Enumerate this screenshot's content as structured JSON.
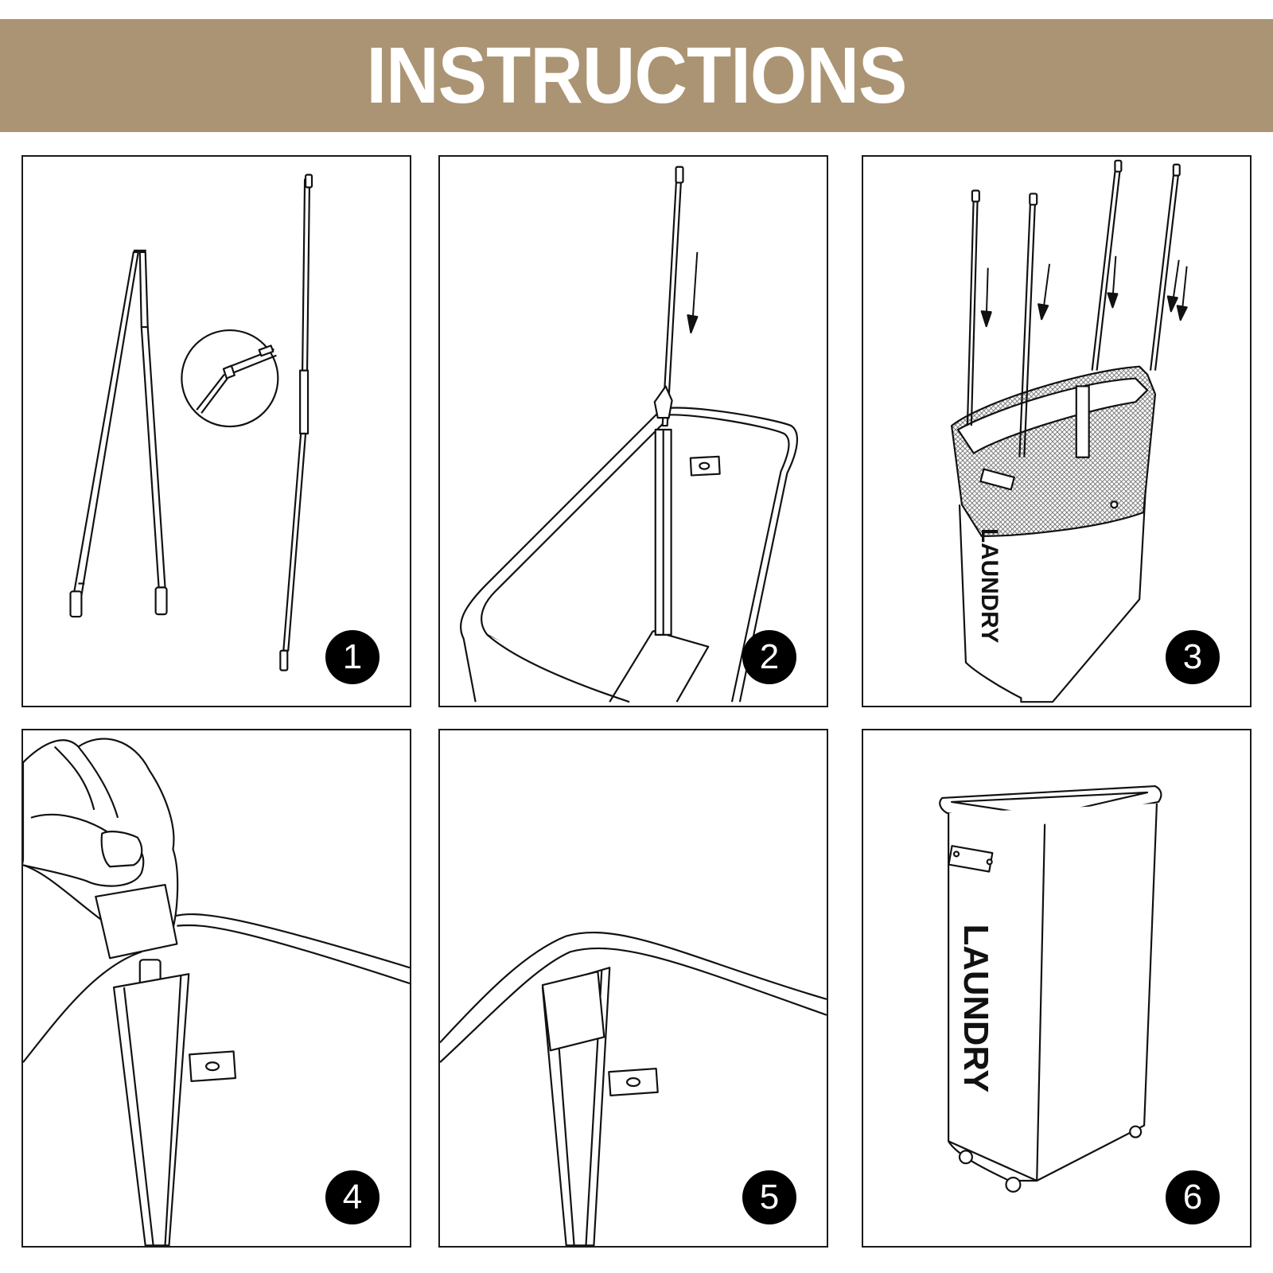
{
  "header": {
    "title": "INSTRUCTIONS",
    "background_color": "#ab9473",
    "text_color": "#ffffff"
  },
  "steps": [
    {
      "number": "1",
      "illustration": "folded-pole-and-extended-pole"
    },
    {
      "number": "2",
      "illustration": "insert-pole-into-sleeve"
    },
    {
      "number": "3",
      "illustration": "insert-four-poles"
    },
    {
      "number": "4",
      "illustration": "press-cap-onto-pole"
    },
    {
      "number": "5",
      "illustration": "cap-secured-in-sleeve"
    },
    {
      "number": "6",
      "illustration": "finished-laundry-hamper"
    }
  ],
  "product_label": "LAUNDRY"
}
